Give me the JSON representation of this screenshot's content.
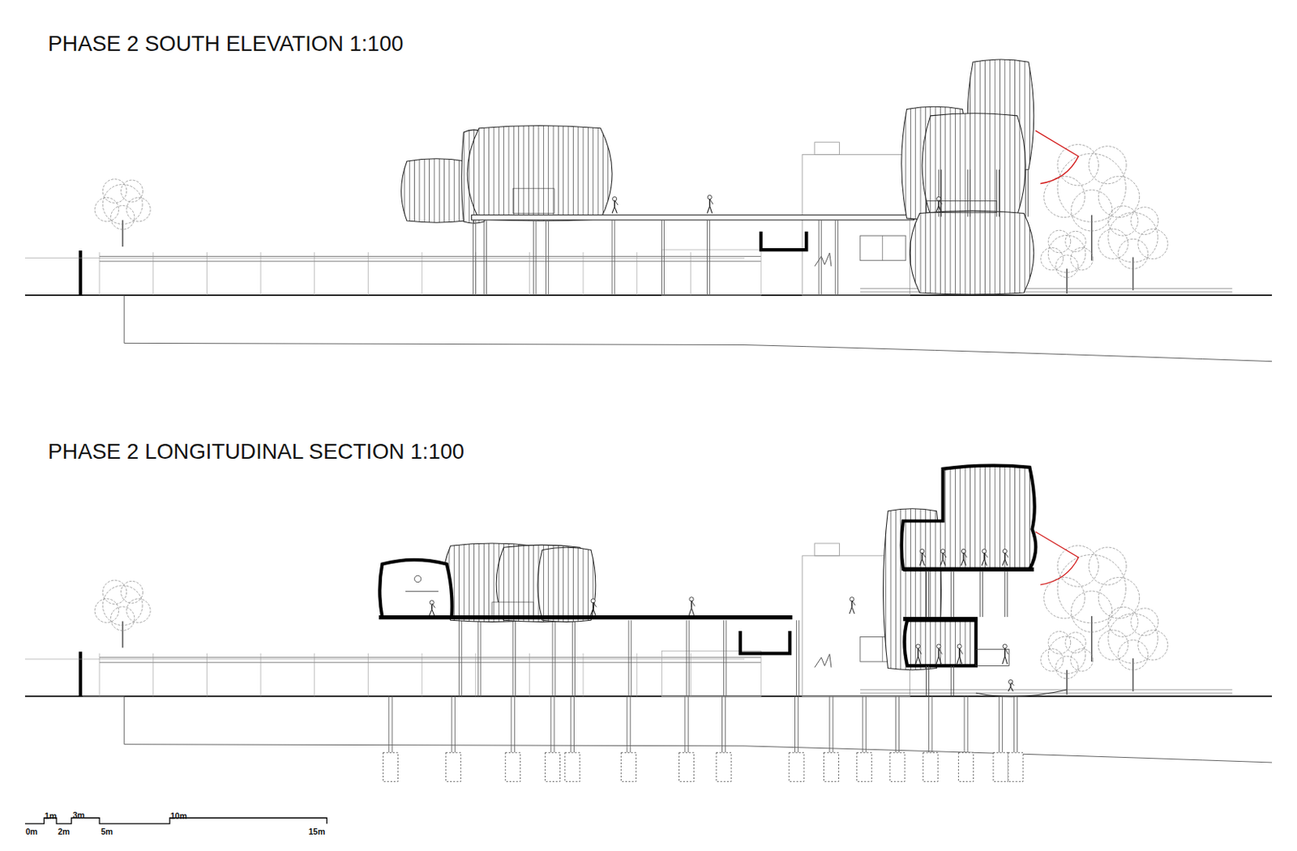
{
  "diagram": {
    "labels": [
      "PHASE 2 SOUTH ELEVATION 1:100",
      "PHASE 2 LONGITUDINAL SECTION 1:100",
      "0m",
      "1m",
      "2m",
      "3m",
      "5m",
      "10m",
      "15m"
    ]
  }
}
